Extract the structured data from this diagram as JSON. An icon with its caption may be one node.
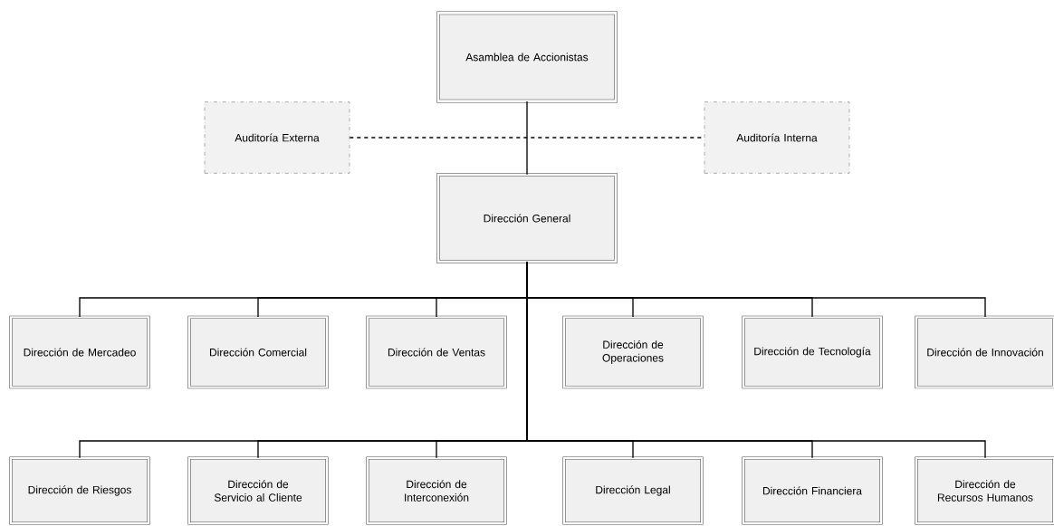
{
  "diagram": {
    "nodes": [
      {
        "text": [
          "Asamblea de Accionistas"
        ]
      },
      {
        "text": [
          "Auditoría Externa"
        ]
      },
      {
        "text": [
          "Auditoría Interna"
        ]
      },
      {
        "text": [
          "Dirección General"
        ]
      },
      {
        "text": [
          "Dirección de Mercadeo"
        ]
      },
      {
        "text": [
          "Dirección Comercial"
        ]
      },
      {
        "text": [
          "Dirección de Ventas"
        ]
      },
      {
        "text": [
          "Dirección de Operaciones"
        ]
      },
      {
        "text": [
          "Dirección de Tecnología"
        ]
      },
      {
        "text": [
          "Dirección de Innovación"
        ]
      },
      {
        "text": [
          "Dirección de Riesgos"
        ]
      },
      {
        "text": [
          "Dirección de Servicio al Cliente"
        ]
      },
      {
        "text": [
          "Dirección de Interconexión"
        ]
      },
      {
        "text": [
          "Dirección Legal"
        ]
      },
      {
        "text": [
          "Dirección Financiera"
        ]
      },
      {
        "text": [
          "Dirección de Recursos Humanos"
        ]
      }
    ],
    "edges": [
      {
        "from": 0,
        "to": 3,
        "arrow": "none"
      },
      {
        "from": 1,
        "to": 2,
        "arrow": "none",
        "style": "dashed"
      },
      {
        "from": 3,
        "to": 4,
        "arrow": "none"
      },
      {
        "from": 3,
        "to": 5,
        "arrow": "none"
      },
      {
        "from": 3,
        "to": 6,
        "arrow": "none"
      },
      {
        "from": 3,
        "to": 7,
        "arrow": "none"
      },
      {
        "from": 3,
        "to": 8,
        "arrow": "none"
      },
      {
        "from": 3,
        "to": 9,
        "arrow": "none"
      },
      {
        "from": 3,
        "to": 10,
        "arrow": "none"
      },
      {
        "from": 3,
        "to": 11,
        "arrow": "none"
      },
      {
        "from": 3,
        "to": 12,
        "arrow": "none"
      },
      {
        "from": 3,
        "to": 13,
        "arrow": "none"
      },
      {
        "from": 3,
        "to": 14,
        "arrow": "none"
      },
      {
        "from": 3,
        "to": 15,
        "arrow": "none"
      }
    ]
  }
}
